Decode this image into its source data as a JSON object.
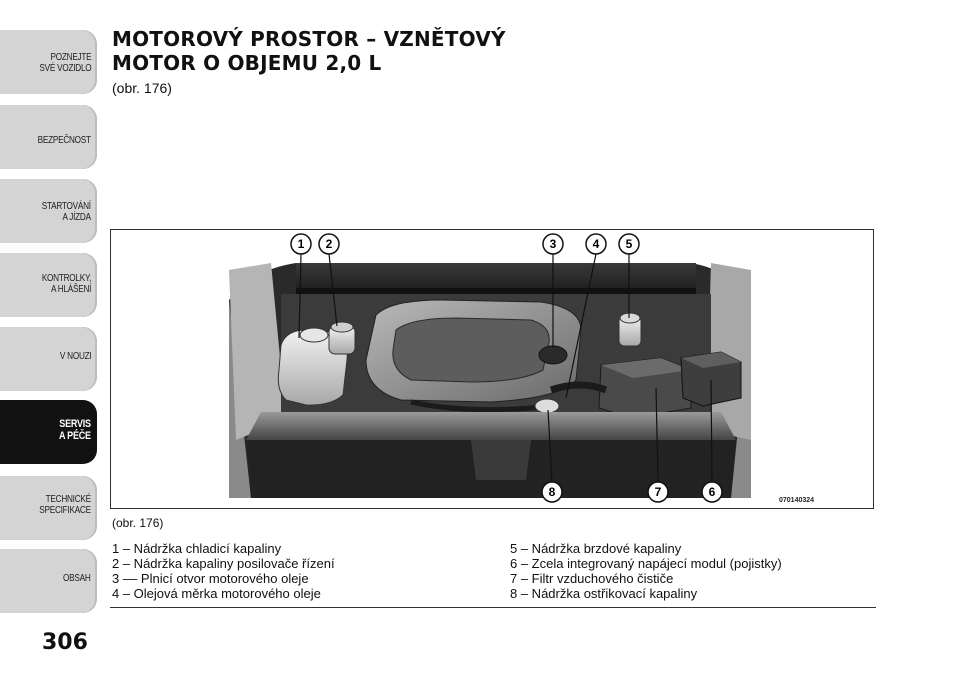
{
  "sidebar": {
    "tabs": [
      {
        "label": "POZNEJTE\nSVÉ VOZIDLO",
        "active": false
      },
      {
        "label": "BEZPEČNOST",
        "active": false
      },
      {
        "label": "STARTOVÁNÍ\nA JÍZDA",
        "active": false
      },
      {
        "label": "KONTROLKY,\nA HLÁŠENÍ",
        "active": false
      },
      {
        "label": "V NOUZI",
        "active": false
      },
      {
        "label": "SERVIS\nA PÉČE",
        "active": true
      },
      {
        "label": "TECHNICKÉ\nSPECIFIKACE",
        "active": false
      },
      {
        "label": "OBSAH",
        "active": false
      }
    ]
  },
  "page": {
    "title_line1": "MOTOROVÝ PROSTOR – VZNĚTOVÝ",
    "title_line2": "MOTOR O OBJEMU 2,0 L",
    "figure_ref": "(obr.  176)",
    "page_number": "306"
  },
  "figure": {
    "code": "070140324",
    "caption": "(obr. 176)",
    "callouts": [
      "1",
      "2",
      "3",
      "4",
      "5",
      "6",
      "7",
      "8"
    ]
  },
  "legend": {
    "left": [
      "1 – Nádržka chladicí kapaliny",
      "2 – Nádržka kapaliny posilovače řízení",
      "3 –– Plnicí otvor motorového oleje",
      "4 – Olejová měrka motorového oleje"
    ],
    "right": [
      "5 – Nádržka brzdové kapaliny",
      "6 – Zcela integrovaný napájecí modul (pojistky)",
      "7 – Filtr vzduchového čističe",
      "8 – Nádržka ostřikovací kapaliny"
    ]
  }
}
